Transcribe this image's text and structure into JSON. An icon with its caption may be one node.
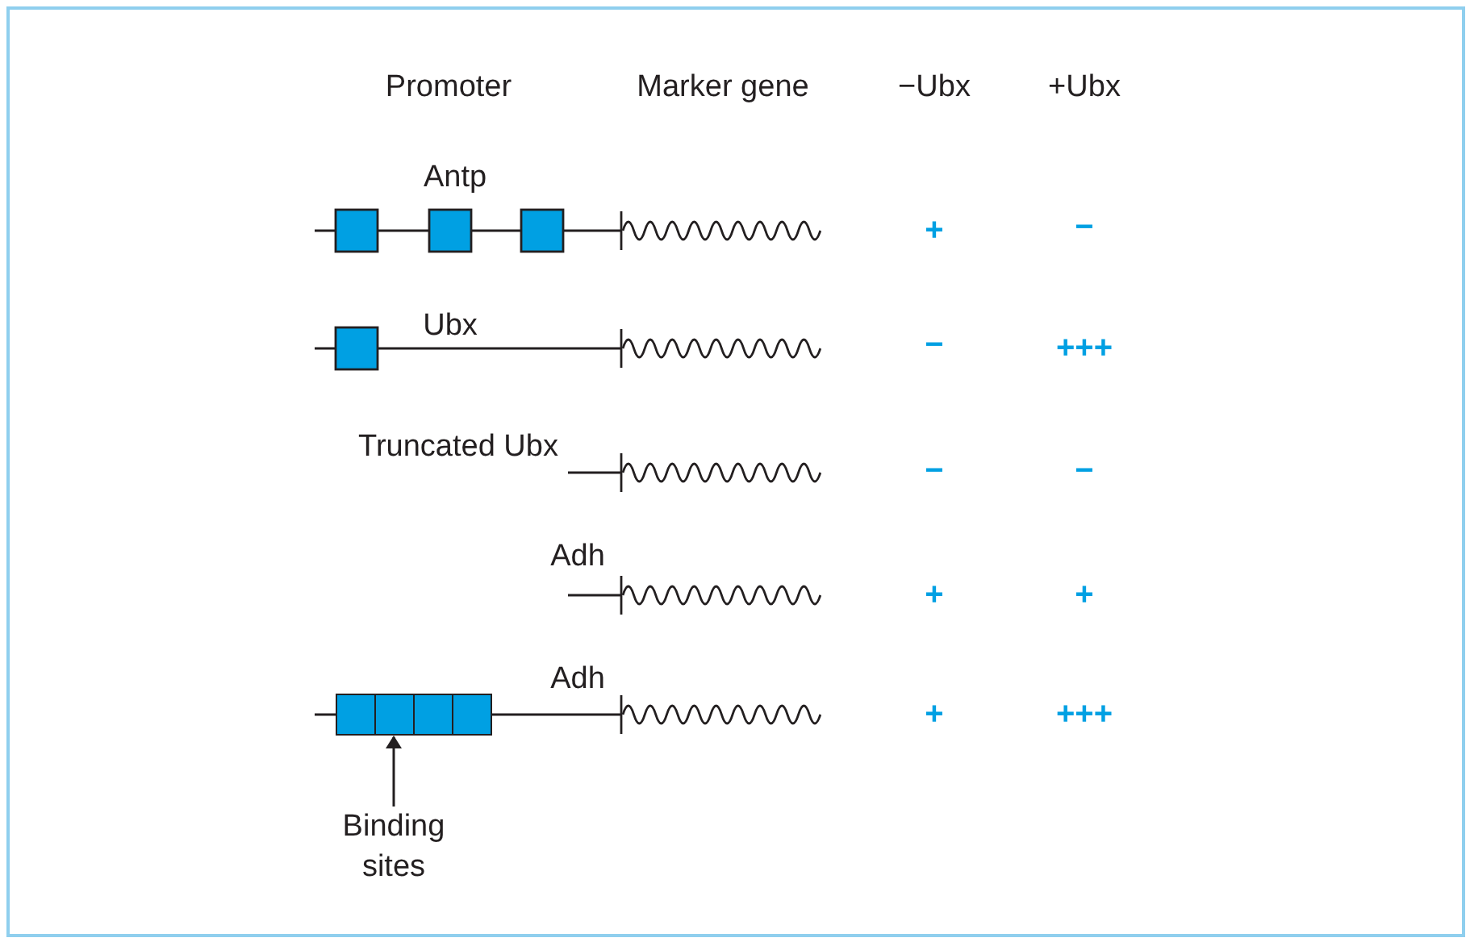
{
  "diagram": {
    "nodes": [
      {
        "text": [
          "Binding sites"
        ]
      },
      {
        "text": [],
        "shape": "box"
      }
    ],
    "edges": [
      {
        "from": 0,
        "to": 1,
        "arrow": "to"
      }
    ],
    "labels": [
      "Promoter",
      "Marker gene",
      "−Ubx",
      "+Ubx",
      "Antp",
      "+",
      "−",
      "Ubx",
      "−",
      "+++",
      "Truncated Ubx",
      "−",
      "−",
      "Adh",
      "+",
      "+",
      "Adh",
      "+",
      "+++"
    ]
  }
}
